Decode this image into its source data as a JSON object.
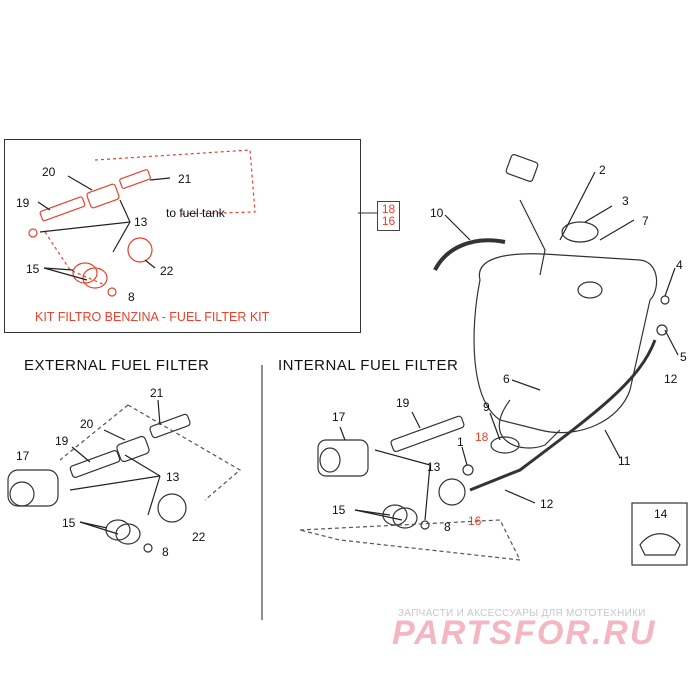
{
  "kit": {
    "title": "KIT FILTRO BENZINA - FUEL FILTER KIT",
    "to_fuel_tank": "to fuel tank",
    "labels": {
      "n20": "20",
      "n21": "21",
      "n19": "19",
      "n13": "13",
      "n15": "15",
      "n22": "22",
      "n8": "8"
    }
  },
  "ref_box": {
    "top": "18",
    "bottom": "16"
  },
  "external": {
    "title": "EXTERNAL FUEL FILTER",
    "labels": {
      "n21": "21",
      "n20": "20",
      "n19": "19",
      "n17": "17",
      "n13": "13",
      "n15": "15",
      "n22": "22",
      "n8": "8"
    }
  },
  "internal": {
    "title": "INTERNAL FUEL FILTER",
    "labels": {
      "n19": "19",
      "n17": "17",
      "n1": "1",
      "n18": "18",
      "n9": "9",
      "n13": "13",
      "n15": "15",
      "n8": "8",
      "n16": "16",
      "n12": "12"
    }
  },
  "tank": {
    "labels": {
      "n2": "2",
      "n3": "3",
      "n7": "7",
      "n10": "10",
      "n4": "4",
      "n5": "5",
      "n12": "12",
      "n6": "6",
      "n11": "11",
      "n14": "14"
    }
  },
  "watermark": {
    "tagline": "ЗАПЧАСТИ И АКСЕССУАРЫ ДЛЯ МОТОТЕХНИКИ",
    "logo": "PARTSFOR.RU"
  },
  "colors": {
    "accent_red": "#e8412c",
    "line": "#333333",
    "watermark": "#f4b6c0"
  }
}
